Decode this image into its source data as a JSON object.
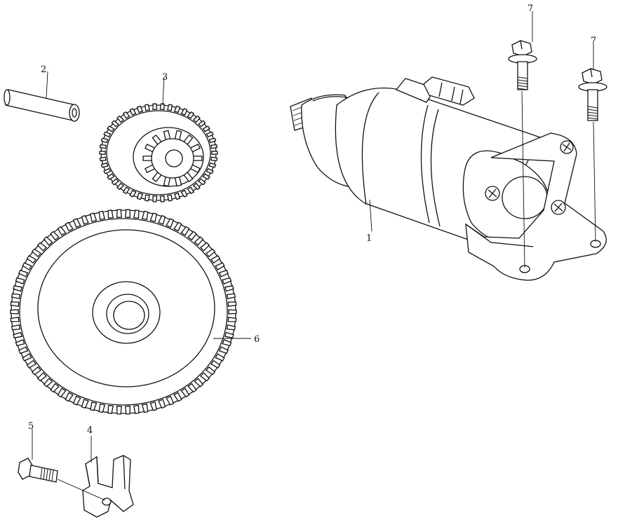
{
  "callouts": [
    {
      "id": "starter-motor",
      "label": "1"
    },
    {
      "id": "pin",
      "label": "2"
    },
    {
      "id": "idle-gear",
      "label": "3"
    },
    {
      "id": "bracket",
      "label": "4"
    },
    {
      "id": "bolt-small",
      "label": "5"
    },
    {
      "id": "driven-gear",
      "label": "6"
    },
    {
      "id": "bolt-left",
      "label": "7"
    },
    {
      "id": "bolt-right",
      "label": "7"
    }
  ]
}
